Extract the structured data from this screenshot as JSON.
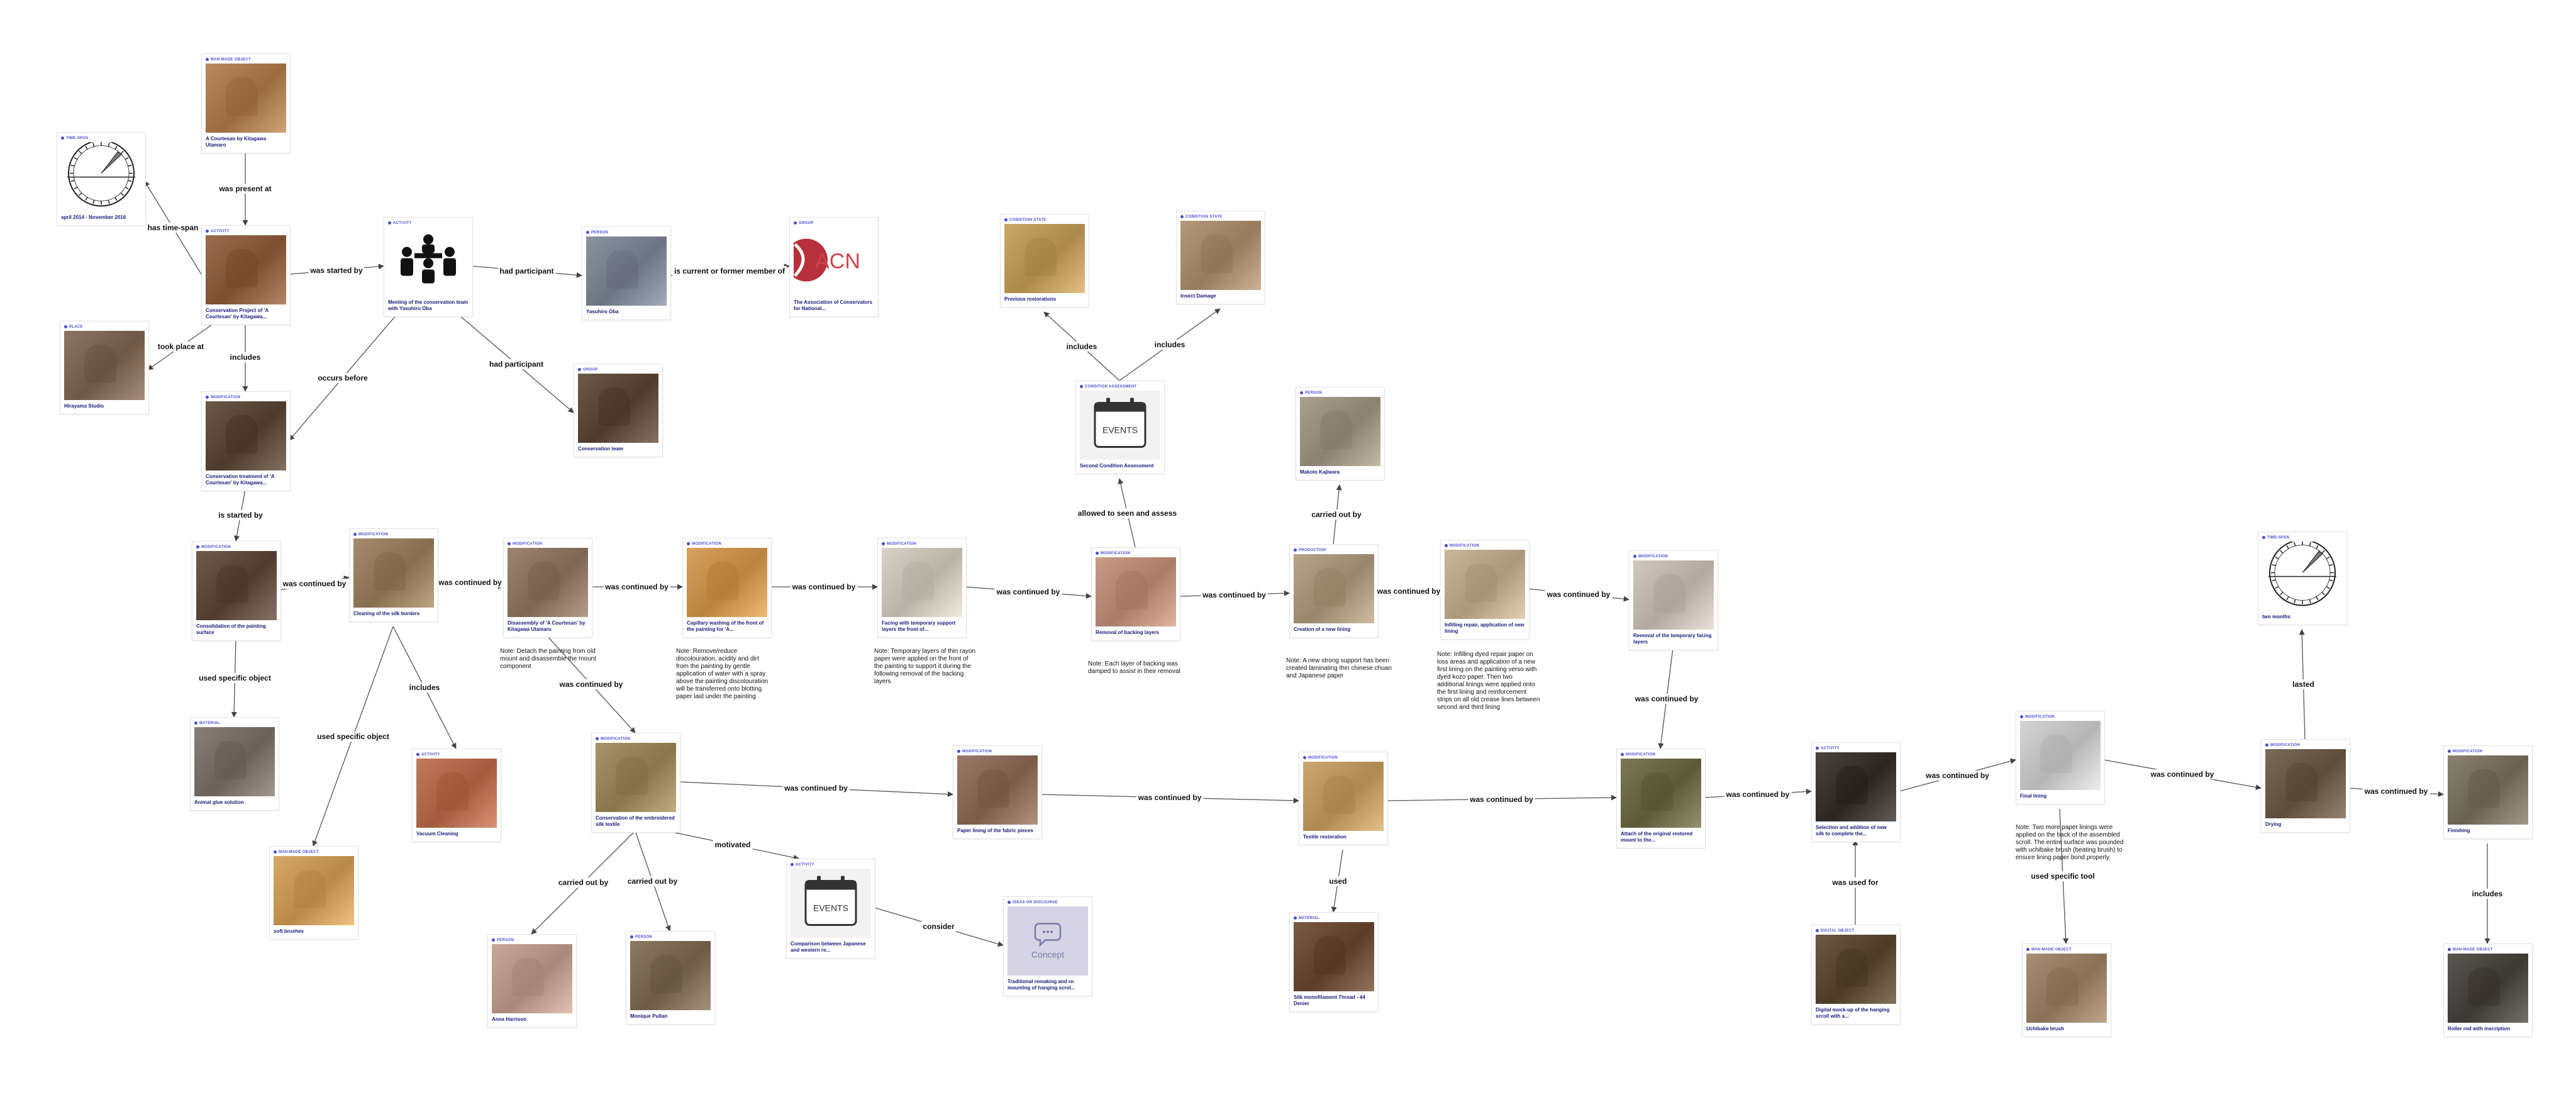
{
  "nodes": {
    "n_obj1": {
      "type": "MAN-MADE OBJECT",
      "title": "A Courtesan by Kitagawa Utamaro",
      "color": "#b98a5e",
      "icon": "painting-image"
    },
    "n_span1": {
      "type": "TIME-SPAN",
      "title": "april 2014 - November 2016",
      "color": "#ffffff",
      "icon": "sundial-icon"
    },
    "n_act1": {
      "type": "ACTIVITY",
      "title": "Conservation Project of 'A Courtesan' by Kitagawa...",
      "color": "#9a6d4e",
      "icon": "painting-image"
    },
    "n_place": {
      "type": "PLACE",
      "title": "Hirayama Studio",
      "color": "#8c7563",
      "icon": "studio-image"
    },
    "n_meet": {
      "type": "ACTIVITY",
      "title": "Meeting of the conservation team with Yasuhiro Oba",
      "color": "#ffffff",
      "icon": "meeting-icon"
    },
    "n_oba": {
      "type": "PERSON",
      "title": "Yasuhiro Oba",
      "color": "#8b92a0",
      "icon": "person-image"
    },
    "n_acn": {
      "type": "GROUP",
      "title": "The Association of Conservators for National...",
      "color": "#ffffff",
      "icon": "acn-logo"
    },
    "n_team": {
      "type": "GROUP",
      "title": "Conservation team",
      "color": "#6b5a4a",
      "icon": "team-image"
    },
    "n_treat": {
      "type": "MODIFICATION",
      "title": "Conservation treatment of 'A Courtesan' by Kitagawa...",
      "color": "#6a5848",
      "icon": "treatment-image"
    },
    "n_cs1": {
      "type": "CONDITION STATE",
      "title": "Previous restorations",
      "color": "#c9a86a",
      "icon": "restoration-image"
    },
    "n_cs2": {
      "type": "CONDITION STATE",
      "title": "Insect Damage",
      "color": "#b49a7a",
      "icon": "damage-image"
    },
    "n_assess": {
      "type": "CONDITION ASSESSMENT",
      "title": "Second Condition Assessment",
      "color": "#f2f2f2",
      "icon": "events-calendar-icon"
    },
    "n_kajiwara": {
      "type": "PERSON",
      "title": "Makoto Kajiwara",
      "color": "#a9a08f",
      "icon": "person-image"
    },
    "n_consol": {
      "type": "MODIFICATION",
      "title": "Consolidation of the painting surface",
      "color": "#6e5a4c",
      "icon": "hand-image"
    },
    "n_clean": {
      "type": "MODIFICATION",
      "title": "Cleaning of the silk borders",
      "color": "#a58c6d",
      "icon": "cleaning-image"
    },
    "n_disasm": {
      "type": "MODIFICATION",
      "title": "Disassembly of 'A Courtesan' by Kitagawa Utamaro",
      "color": "#9c8470",
      "icon": "disassembly-image"
    },
    "n_capil": {
      "type": "MODIFICATION",
      "title": "Capillary washing of the front of the painting for 'A...",
      "color": "#d9a15e",
      "icon": "washing-image"
    },
    "n_facing": {
      "type": "MODIFICATION",
      "title": "Facing with temporary support layers the front of...",
      "color": "#d8d2c6",
      "icon": "facing-image"
    },
    "n_removal": {
      "type": "MODIFICATION",
      "title": "Removal of backing layers",
      "color": "#c99b86",
      "icon": "backing-image"
    },
    "n_newlin": {
      "type": "PRODUCTION",
      "title": "Creation of a new lining",
      "color": "#b8a48a",
      "icon": "lining-image"
    },
    "n_infill": {
      "type": "MODIFICATION",
      "title": "Infilling repair, application of new lining",
      "color": "#c8b79a",
      "icon": "infill-image"
    },
    "n_remtemp": {
      "type": "MODIFICATION",
      "title": "Removal of the temporary facing layers",
      "color": "#d0c8be",
      "icon": "facing-removal-image"
    },
    "n_glue": {
      "type": "MATERIAL",
      "title": "Animal glue solution",
      "color": "#888078",
      "icon": "glue-image"
    },
    "n_vacuum": {
      "type": "ACTIVITY",
      "title": "Vacuum Cleaning",
      "color": "#c27a5c",
      "icon": "vacuum-image"
    },
    "n_brush": {
      "type": "MAN-MADE OBJECT",
      "title": "soft brushes",
      "color": "#d8a868",
      "icon": "brush-image"
    },
    "n_embro": {
      "type": "MODIFICATION",
      "title": "Conservation of the embroidered silk textile",
      "color": "#a89468",
      "icon": "embroidery-image"
    },
    "n_paperlin": {
      "type": "MODIFICATION",
      "title": "Paper lining of the fabric pieces",
      "color": "#9a7a66",
      "icon": "paper-lining-image"
    },
    "n_textile": {
      "type": "MODIFICATION",
      "title": "Textile restoration",
      "color": "#caa870",
      "icon": "textile-image"
    },
    "n_attach": {
      "type": "MODIFICATION",
      "title": "Attach of the original restored mount to the...",
      "color": "#7a7856",
      "icon": "attach-image"
    },
    "n_select": {
      "type": "ACTIVITY",
      "title": "Selection and addition of new silk to complete the...",
      "color": "#4a4440",
      "icon": "silk-image"
    },
    "n_final": {
      "type": "MODIFICATION",
      "title": "Final lining",
      "color": "#d4d4d4",
      "icon": "final-lining-image"
    },
    "n_drying": {
      "type": "MODIFICATION",
      "title": "Drying",
      "color": "#7a6a58",
      "icon": "drying-image"
    },
    "n_finish": {
      "type": "MODIFICATION",
      "title": "Finishing",
      "color": "#8a8070",
      "icon": "finishing-image"
    },
    "n_span2": {
      "type": "TIME-SPAN",
      "title": "two months",
      "color": "#ffffff",
      "icon": "sundial-icon"
    },
    "n_compar": {
      "type": "ACTIVITY",
      "title": "Comparison between Japanese and western re...",
      "color": "#f2f2f2",
      "icon": "events-calendar-icon"
    },
    "n_concept": {
      "type": "IDEAS OR DISCOURSE",
      "title": "Traditional remaking and re-mounting of hanging scrol...",
      "color": "#d6d4e4",
      "icon": "concept-icon"
    },
    "n_harrison": {
      "type": "PERSON",
      "title": "Anna Harrison",
      "color": "#c8a89a",
      "icon": "person-image"
    },
    "n_pullan": {
      "type": "PERSON",
      "title": "Monique Pullan",
      "color": "#8a7a64",
      "icon": "person-image"
    },
    "n_thread": {
      "type": "MATERIAL",
      "title": "Silk monofilament Thread - 44 Denier",
      "color": "#7a5a44",
      "icon": "thread-image"
    },
    "n_digital": {
      "type": "DIGITAL OBJECT",
      "title": "Digital mock-up of the hanging scroll with a...",
      "color": "#6a5a44",
      "icon": "mockup-image"
    },
    "n_uchibake": {
      "type": "MAN-MADE OBJECT",
      "title": "Uchibake brush",
      "color": "#a88e74",
      "icon": "uchibake-image"
    },
    "n_roller": {
      "type": "MAN-MADE OBJECT",
      "title": "Roller rod with inscription",
      "color": "#5a5650",
      "icon": "roller-image"
    }
  },
  "edges": {
    "e_present": "was present at",
    "e_timespan": "has time-span",
    "e_tookplace": "took place at",
    "e_started": "was started by",
    "e_includes1": "includes",
    "e_occurs": "occurs before",
    "e_hadpart1": "had participant",
    "e_hadpart2": "had participant",
    "e_member": "is current or former member of",
    "e_startedby": "is started by",
    "e_cont1": "was continued by",
    "e_cont2": "was continued by",
    "e_cont3": "was continued by",
    "e_cont4": "was continued by",
    "e_cont5": "was continued by",
    "e_cont6": "was continued by",
    "e_cont7": "was continued by",
    "e_cont8": "was continued by",
    "e_cont9": "was continued by",
    "e_cont10": "was continued by",
    "e_cont11": "was continued by",
    "e_cont12": "was continued by",
    "e_cont13": "was continued by",
    "e_cont14": "was continued by",
    "e_cont15": "was continued by",
    "e_cont16": "was continued by",
    "e_cont17": "was continued by",
    "e_usedobj1": "used specific object",
    "e_usedobj2": "used specific object",
    "e_includes2": "includes",
    "e_incl_cs1": "includes",
    "e_incl_cs2": "includes",
    "e_allowed": "allowed to seen and assess",
    "e_carried1": "carried out by",
    "e_carried2": "carried out by",
    "e_carried3": "carried out by",
    "e_motivated": "motivated",
    "e_consider": "consider",
    "e_used": "used",
    "e_usedfor": "was used for",
    "e_tool": "used specific tool",
    "e_lasted": "lasted",
    "e_includes3": "includes"
  },
  "notes": {
    "note_disasm": "Note: Detach the painting from old mount and disassemble the mount component",
    "note_capil": "Note: Remove/reduce discolouration, acidity and dirt from the painting by gentle application of water with a spray above the painting discolouration will be transferred onto blotting paper laid under the painting",
    "note_facing": "Note: Temporary layers of thin rayon paper were applied on the front of the painting to support it during the following removal of the backing layers",
    "note_removal": "Note: Each layer of backing was damped to assist in their removal",
    "note_newlin": "Note: A new strong support has been created laminating thin chinese chuan and Japanese paper",
    "note_infill": "Note: Infilling dyed repair paper on loss areas and application of a new first lining on the painting verso with dyed kozo paper. Then two additional linings were applied onto the first lining and reinforcement strips on all old crease lines between second and third lining",
    "note_final": "Note: Two more paper linings were applied on the back of the assembled scroll. The entire surface was pounded with uchibake brush (beating brush) to ensure lining paper bond properly."
  },
  "icons_text": {
    "events": "EVENTS",
    "concept": "Concept",
    "acn": "ACN"
  }
}
